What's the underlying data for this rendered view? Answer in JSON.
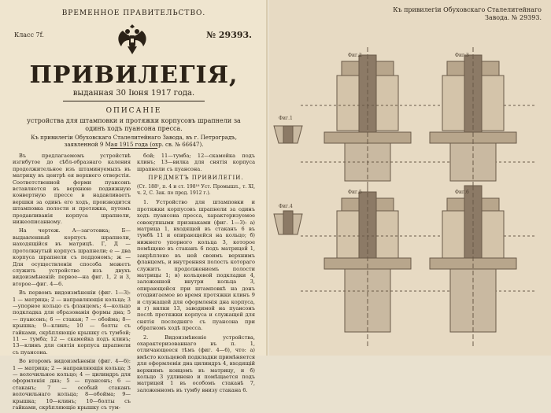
{
  "patent": {
    "gov": "ВРЕМЕННОЕ ПРАВИТЕЛЬСТВО.",
    "klass": "Класс 7f.",
    "number": "№ 29393.",
    "title": "ПРИВИЛЕГІЯ,",
    "issued": "выданная 30 Іюня 1917 года.",
    "description_heading": "ОПИСАНІЕ",
    "subject": "устройства для штамповки и протяжки корпусовъ шрапнели за одинъ ходъ пуансона пресса.",
    "holder": "Къ привилегіи Обуховскаго Сталелитейнаго Завода, въ г. Петроградъ, заявленной 9 Мая 1915 года (охр. св. № 66647).",
    "col_a": [
      "Въ предлагаемомъ устройствѣ изгибутое до сѣбл-образнаго каления продолжительное изъ штаминуемыхъ въ матрицу въ центрѣ ея верхнего отверстія. Соответственной форми пуансонъ вставляется въ верхнюю подвижную конвертную прессе в надавливаетъ вершки за одинъ его ходъ, производится штамповка полости и протяжка, путемъ продавливанія корпуса шрапнели, нижеописанному.",
      "На чертеж. А—заготовка; Б—выдавленный корпусъ шрапнели, находящійся въ матрицѣ. Г, Д — протолкнутый корпусъ шрапнели; е — два корпуса шрапнели съ поддономъ; ж — Для осуществленія способа можетъ служить устройство изъ двухъ видоизмѣненій: первое—на фиг. 1, 2 и 3, второе—фиг. 4—6.",
      "Въ первомъ видоизмѣненіи (фиг. 1—3): 1 — матрица; 2 — направляющія кольца; 3—упорное кольцо съ фланцемъ; 4—кольцо подкладка для образованія формы дна; 5 — пуансонъ; 6 — стакан; 7 — обойма; 8—крышка; 9—клинъ; 10 — болты съ гайками, скрѣпляющіе крышку съ тумбой; 11 — тумба; 12 — скамейка подъ клинъ; 13—клинъ для снятія корпуса шрапнели съ пуансона.",
      "Во второмъ видоизмѣненіи (фиг. 4—6): 1 — матрица; 2 — направляющія кольца; 3 — волочильное кольцо; 4 — цилиндръ для оформленія дна; 5 — пуансонъ; 6 — стаканъ; 7 — особый стаканъ волочильнаго кольца; 8—обойма; 9—крышка; 10—клинъ; 10—болты съ гайками, скрѣпляющіе крышку съ тум-"
    ],
    "col_b": [
      "бой; 11—тумба; 12—скамейка подъ клинъ; 13—вилка для снятія корпуса шрапнели съ пуансона."
    ],
    "claims_heading": "ПРЕДМЕТЪ ПРИВИЛЕГІИ.",
    "claims_ref": "(Ст. 188¹, п. 4 и ст. 198¹⁸ Уст. Промышл., т. XI, ч. 2, С. Зак. по прод. 1912 г.).",
    "claims": [
      "1. Устройство для штамповки и протяжки корпусовъ шрапнели за одинъ ходъ пуансона пресса, характеризуемое совокупными признаками (фиг. 1—3): а) матрица 1, входящей въ стаканъ 6 въ тумбѣ 11 и опирающейся на кольцо; б) нижнего упорного кольца 3, которое помѣщено въ стаканъ 6 подъ матрицей 1, закрѣплено въ ней своимъ верхнимъ фланцемъ, и внутренняя полость котораго служитъ продолжениемъ полости матрицы 1; в) кольцевой подкладки 4, заложенной внутри кольца 3, опирающейся при штамповкѣ на донъ отодвигаемое во время протяжки клинъ 9 и служащей для оформленія дна корпуса, и г) вилки 13, заводимой на пуансонъ послѣ протяжки корпуса и служащей для снятія последняго съ пуансона при обратномъ ходѣ пресса.",
      "2. Видоизмѣненіе устройства, охарактеризованнаго въ п. 1, отличающееся тѣмъ (фиг. 4—6), что: а) вмѣсто кольцевой подкладки примѣняется для оформленія дна цилиндръ 4, входящій верхнимъ концомъ въ матрицу, и б) кольцо 3 удлинено и помѣщается подъ матрицей 1 въ особомъ стаканѣ 7, заложенномъ въ тумбу внизу стакана 6."
    ],
    "drawing_header": "Къ привилегіи Обуховскаго Сталелитейнаго Завода. № 29393.",
    "figures": [
      "Фиг.1",
      "Фиг.2",
      "Фиг.3",
      "Фиг.4",
      "Фиг.5",
      "Фиг.6"
    ]
  }
}
